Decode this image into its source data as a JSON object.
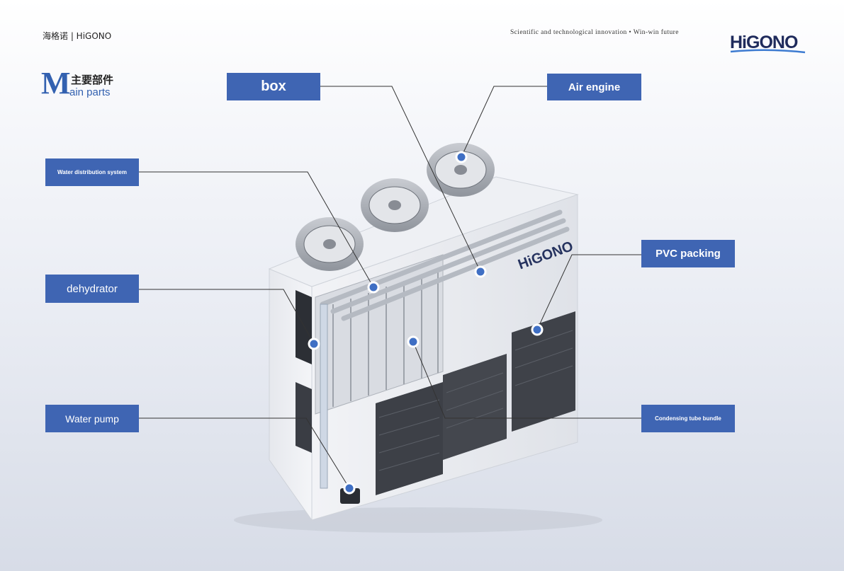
{
  "header": {
    "company": "海格诺 | HiGONO",
    "tagline": "Scientific and technological innovation  •  Win-win future",
    "brand_logo_text": "HiGONO"
  },
  "section": {
    "initial": "M",
    "title_cn": "主要部件",
    "title_en": "ain parts"
  },
  "machine": {
    "side_logo_text": "HiGONO"
  },
  "parts": {
    "box": "box",
    "air_engine": "Air engine",
    "water_distribution": "Water distribution system",
    "pvc_packing": "PVC packing",
    "dehydrator": "dehydrator",
    "water_pump": "Water pump",
    "condensing": "Condensing tube bundle"
  },
  "colors": {
    "label_bg": "#3f65b3",
    "accent": "#3361b0"
  }
}
